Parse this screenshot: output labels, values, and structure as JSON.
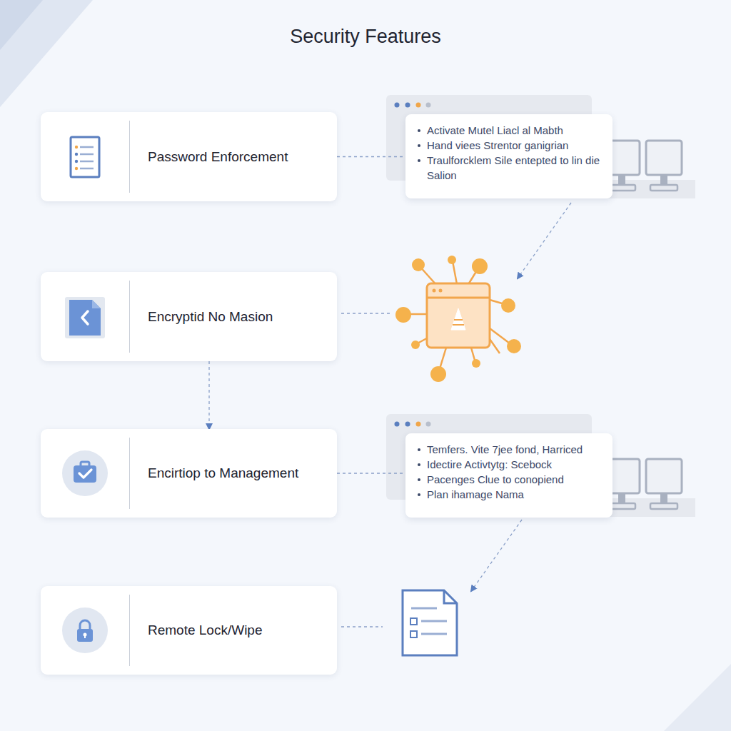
{
  "diagram": {
    "title": "Security Features",
    "nodes": [
      {
        "text": [
          "Password Enforcement"
        ]
      },
      {
        "text": [
          "Activate Mutel Liacl al Mabth",
          "Hand viees Strentor ganigrian",
          "Traulforcklem Sile entepted to lin die Salion"
        ]
      },
      {
        "text": [
          "Encryptid No Masion"
        ]
      },
      {
        "text": [
          "Encirtiop to Management"
        ]
      },
      {
        "text": [
          "Temfers. Vite 7jee fond, Harriced",
          "Idectire Activtytg: Scebock",
          "Pacenges Clue to conopiend",
          "Plan ihamage Nama"
        ]
      },
      {
        "text": [
          "Remote Lock/Wipe"
        ]
      }
    ],
    "edges": [
      {
        "from": 0,
        "to": 1,
        "arrow": "none"
      },
      {
        "from": 2,
        "to": 3,
        "arrow": "to"
      },
      {
        "from": 3,
        "to": 4,
        "arrow": "none"
      }
    ]
  }
}
